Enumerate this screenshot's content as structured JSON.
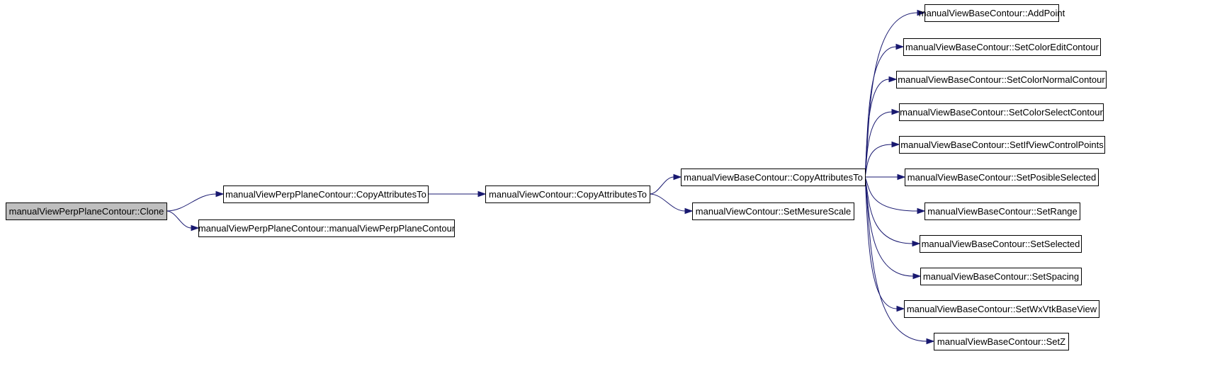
{
  "graph": {
    "root": "manualViewPerpPlaneContour::Clone",
    "nodes": [
      "manualViewPerpPlaneContour::Clone",
      "manualViewPerpPlaneContour::CopyAttributesTo",
      "manualViewPerpPlaneContour::manualViewPerpPlaneContour",
      "manualViewContour::CopyAttributesTo",
      "manualViewBaseContour::CopyAttributesTo",
      "manualViewContour::SetMesureScale",
      "manualViewBaseContour::AddPoint",
      "manualViewBaseContour::SetColorEditContour",
      "manualViewBaseContour::SetColorNormalContour",
      "manualViewBaseContour::SetColorSelectContour",
      "manualViewBaseContour::SetIfViewControlPoints",
      "manualViewBaseContour::SetPosibleSelected",
      "manualViewBaseContour::SetRange",
      "manualViewBaseContour::SetSelected",
      "manualViewBaseContour::SetSpacing",
      "manualViewBaseContour::SetWxVtkBaseView",
      "manualViewBaseContour::SetZ"
    ],
    "edges": [
      {
        "from": 0,
        "to": 1
      },
      {
        "from": 0,
        "to": 2
      },
      {
        "from": 1,
        "to": 3
      },
      {
        "from": 3,
        "to": 4
      },
      {
        "from": 3,
        "to": 5
      },
      {
        "from": 4,
        "to": 6
      },
      {
        "from": 4,
        "to": 7
      },
      {
        "from": 4,
        "to": 8
      },
      {
        "from": 4,
        "to": 9
      },
      {
        "from": 4,
        "to": 10
      },
      {
        "from": 4,
        "to": 11
      },
      {
        "from": 4,
        "to": 12
      },
      {
        "from": 4,
        "to": 13
      },
      {
        "from": 4,
        "to": 14
      },
      {
        "from": 4,
        "to": 15
      },
      {
        "from": 4,
        "to": 16
      }
    ],
    "colors": {
      "root_fill": "#bfbfbf",
      "node_fill": "#ffffff",
      "node_border": "#000000",
      "edge": "#191970"
    }
  }
}
